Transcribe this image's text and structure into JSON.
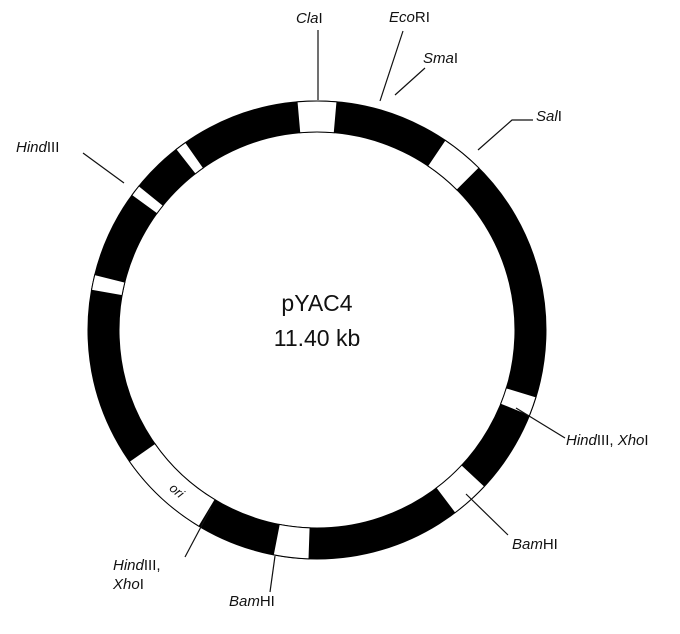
{
  "plasmid": {
    "name": "pYAC4",
    "size": "11.40 kb"
  },
  "ori_label": "ori",
  "sites": [
    {
      "id": "clai",
      "parts": [
        {
          "text": "Cla",
          "italic": true
        },
        {
          "text": "I",
          "italic": false
        }
      ]
    },
    {
      "id": "ecori",
      "parts": [
        {
          "text": "Eco",
          "italic": true
        },
        {
          "text": "RI",
          "italic": false
        }
      ]
    },
    {
      "id": "smai",
      "parts": [
        {
          "text": "Sma",
          "italic": true
        },
        {
          "text": "I",
          "italic": false
        }
      ]
    },
    {
      "id": "sali",
      "parts": [
        {
          "text": "Sal",
          "italic": true
        },
        {
          "text": "I",
          "italic": false
        }
      ]
    },
    {
      "id": "hindiii-xhoi-right",
      "parts": [
        {
          "text": "Hind",
          "italic": true
        },
        {
          "text": "III, ",
          "italic": false
        },
        {
          "text": "Xho",
          "italic": true
        },
        {
          "text": "I",
          "italic": false
        }
      ]
    },
    {
      "id": "bamhi-right",
      "parts": [
        {
          "text": "Bam",
          "italic": true
        },
        {
          "text": "HI",
          "italic": false
        }
      ]
    },
    {
      "id": "bamhi-bottom",
      "parts": [
        {
          "text": "Bam",
          "italic": true
        },
        {
          "text": "HI",
          "italic": false
        }
      ]
    },
    {
      "id": "hindiii-xhoi-left-1",
      "parts": [
        {
          "text": "Hind",
          "italic": true
        },
        {
          "text": "III,",
          "italic": false
        }
      ]
    },
    {
      "id": "hindiii-xhoi-left-2",
      "parts": [
        {
          "text": "Xho",
          "italic": true
        },
        {
          "text": "I",
          "italic": false
        }
      ]
    },
    {
      "id": "hindiii-left",
      "parts": [
        {
          "text": "Hind",
          "italic": true
        },
        {
          "text": "III",
          "italic": false
        }
      ]
    }
  ],
  "colors": {
    "ring": "#000000",
    "gap": "#ffffff",
    "ink": "#111111"
  }
}
